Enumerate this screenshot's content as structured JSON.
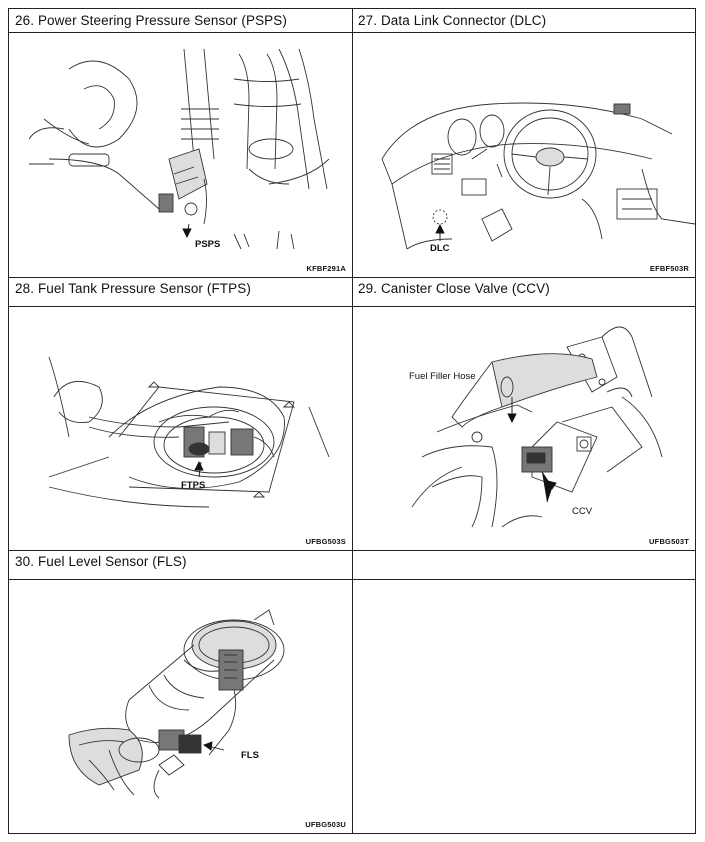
{
  "panels": [
    {
      "number": "26.",
      "title": "Power Steering Pressure Sensor (PSPS)",
      "callouts": [
        "PSPS"
      ],
      "code": "KFBF291A"
    },
    {
      "number": "27.",
      "title": "Data Link Connector (DLC)",
      "callouts": [
        "DLC"
      ],
      "code": "EFBF503R"
    },
    {
      "number": "28.",
      "title": "Fuel Tank Pressure Sensor (FTPS)",
      "callouts": [
        "FTPS"
      ],
      "code": "UFBG503S"
    },
    {
      "number": "29.",
      "title": "Canister Close Valve (CCV)",
      "callouts": [
        "Fuel Filler Hose",
        "CCV"
      ],
      "code": "UFBG503T"
    },
    {
      "number": "30.",
      "title": "Fuel Level Sensor (FLS)",
      "callouts": [
        "FLS"
      ],
      "code": "UFBG503U"
    }
  ]
}
